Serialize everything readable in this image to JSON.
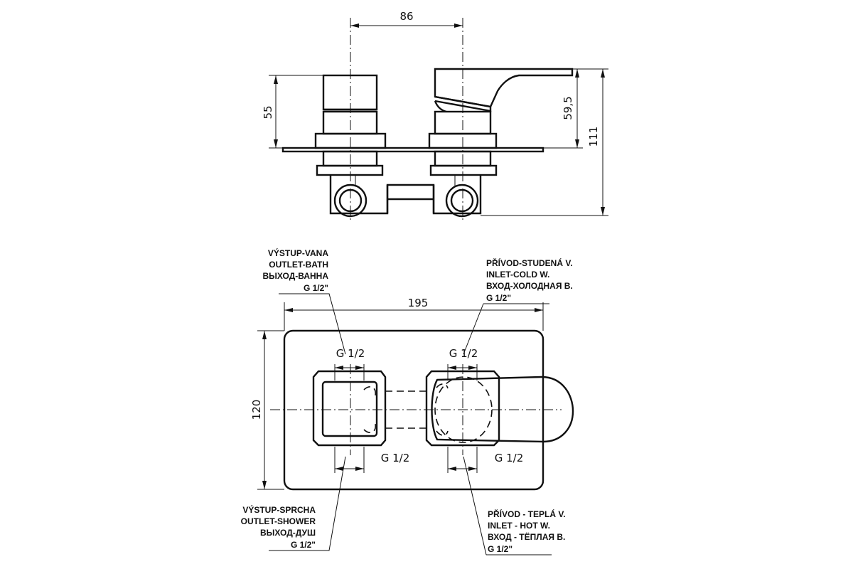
{
  "dimensions": {
    "width_86": "86",
    "height_55": "55",
    "height_59_5": "59,5",
    "height_111": "111",
    "width_195": "195",
    "height_120": "120",
    "thread_top_left": "G 1/2",
    "thread_top_right": "G 1/2",
    "thread_bottom_left": "G 1/2",
    "thread_bottom_right": "G 1/2"
  },
  "callouts": {
    "outlet_bath": [
      "VÝSTUP-VANA",
      "OUTLET-BATH",
      "ВЫХОД-ВАННА",
      "G 1/2\""
    ],
    "inlet_cold": [
      "PŘÍVOD-STUDENÁ V.",
      "INLET-COLD W.",
      "ВХОД-ХОЛОДНАЯ В.",
      "G 1/2\""
    ],
    "outlet_shower": [
      "VÝSTUP-SPRCHA",
      "OUTLET-SHOWER",
      "ВЫХОД-ДУШ",
      "G 1/2\""
    ],
    "inlet_hot": [
      "PŘÍVOD - TEPLÁ V.",
      "INLET - HOT W.",
      "ВХОД - ТЁПЛАЯ В.",
      "G 1/2\""
    ]
  }
}
